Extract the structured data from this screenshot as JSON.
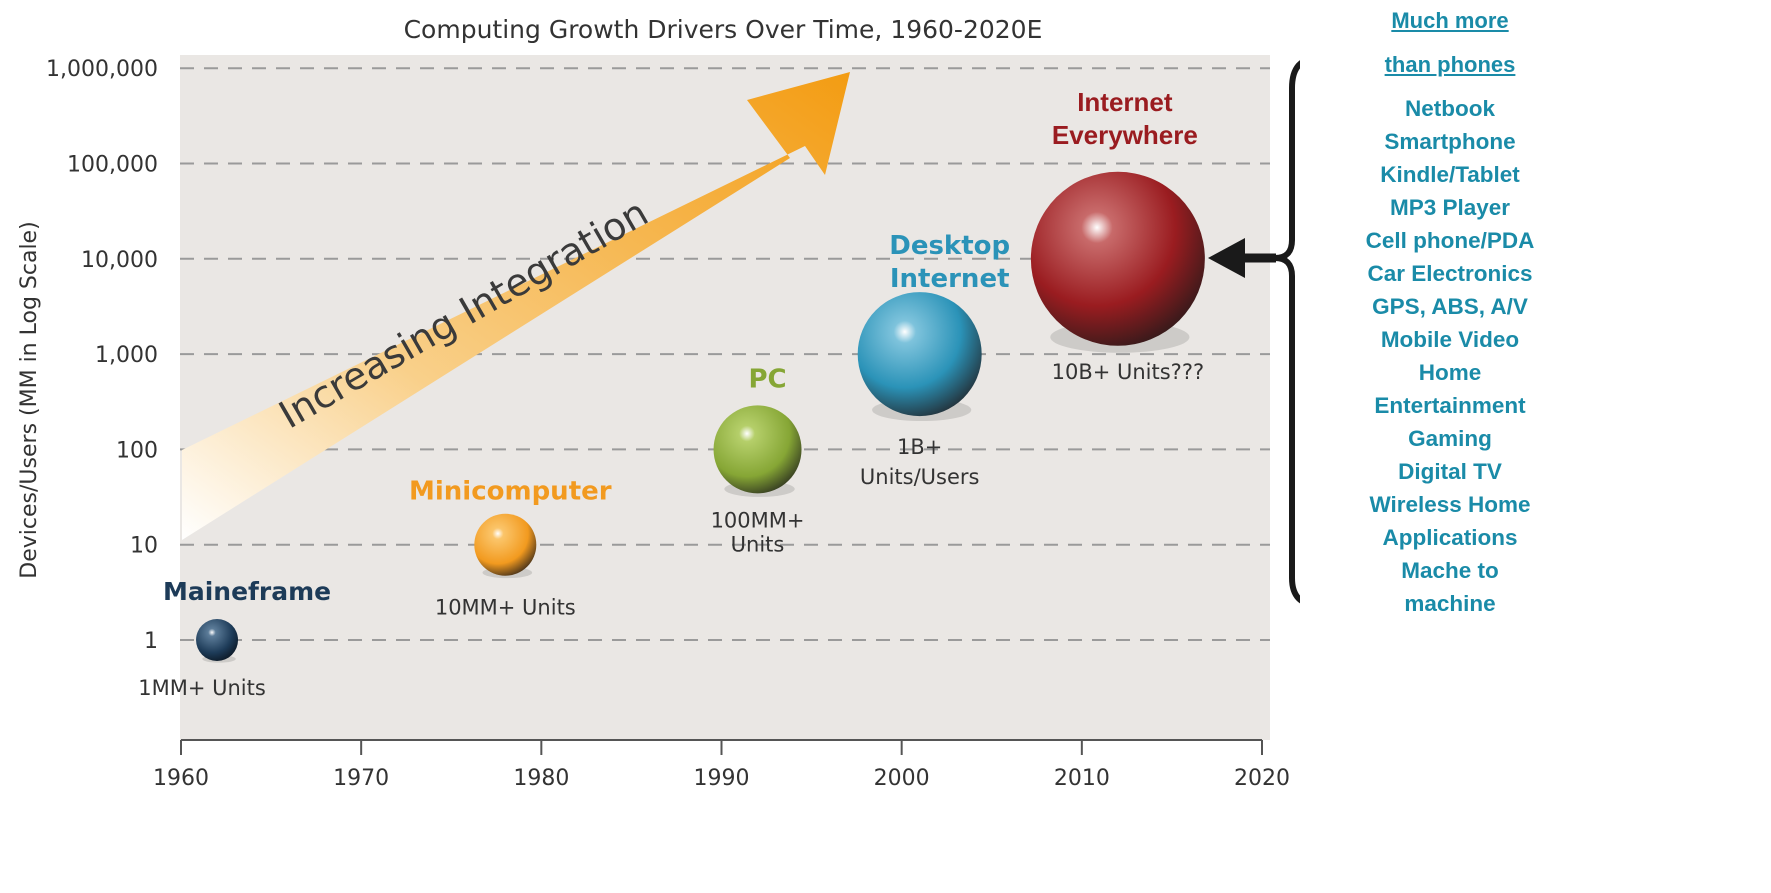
{
  "chart_data": {
    "type": "scatter",
    "title": "Computing Growth Drivers Over Time, 1960-2020E",
    "xlabel": "",
    "ylabel": "Devices/Users (MM in Log Scale)",
    "x_scale": "linear",
    "y_scale": "log",
    "xlim": [
      1960,
      2020
    ],
    "ylim": [
      0.1,
      1000000
    ],
    "x_ticks": [
      1960,
      1970,
      1980,
      1990,
      2000,
      2010,
      2020
    ],
    "y_ticks": [
      {
        "value": 1,
        "label": "1"
      },
      {
        "value": 10,
        "label": "10"
      },
      {
        "value": 100,
        "label": "100"
      },
      {
        "value": 1000,
        "label": "1,000"
      },
      {
        "value": 10000,
        "label": "10,000"
      },
      {
        "value": 100000,
        "label": "100,000"
      },
      {
        "value": 1000000,
        "label": "1,000,000"
      }
    ],
    "grid": "horizontal-dashed",
    "arrow_label": "Increasing Integration",
    "points": [
      {
        "name": "Maineframe",
        "x": 1962,
        "y": 1,
        "label": "1MM+ Units",
        "color": "#1d3b58"
      },
      {
        "name": "Minicomputer",
        "x": 1978,
        "y": 10,
        "label": "10MM+ Units",
        "color": "#f29a1f"
      },
      {
        "name": "PC",
        "x": 1992,
        "y": 100,
        "label": "100MM+ Units",
        "color": "#86a635"
      },
      {
        "name": "Desktop Internet",
        "x": 2001,
        "y": 1000,
        "label": "1B+ Units/Users",
        "color": "#2b93b8"
      },
      {
        "name": "Internet Everywhere",
        "x": 2012,
        "y": 10000,
        "label": "10B+ Units???",
        "color": "#9a1c20"
      }
    ]
  },
  "sidebar": {
    "header_lines": [
      "Much more",
      "than phones"
    ],
    "items": [
      "Netbook",
      "Smartphone",
      "Kindle/Tablet",
      "MP3 Player",
      "Cell phone/PDA",
      "Car Electronics",
      "GPS, ABS, A/V",
      "Mobile Video",
      "Home",
      "Entertainment",
      "Gaming",
      "Digital TV",
      "Wireless Home",
      "Applications",
      "Mache to",
      "machine"
    ]
  },
  "colors": {
    "plot_background": "#eae7e4",
    "arrow": "#f5a623",
    "sidebar_text": "#1a8ba8",
    "internet_label": "#9a1c20"
  }
}
